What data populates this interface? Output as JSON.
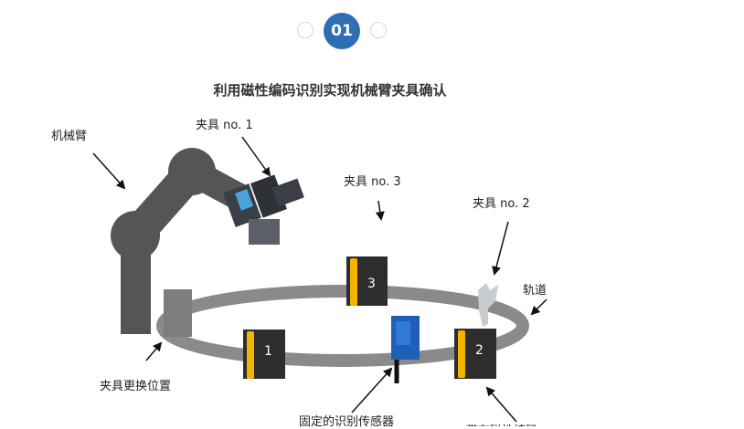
{
  "pager": {
    "current": "01"
  },
  "title": "利用磁性编码识别实现机械臂夹具确认",
  "labels": {
    "robot_arm": "机械臂",
    "gripper1": "夹具 no. 1",
    "gripper3": "夹具 no. 3",
    "gripper2": "夹具 no. 2",
    "track": "轨道",
    "change_position": "夹具更换位置",
    "sensor": "固定的识别传感器",
    "tag": "带有磁性编码"
  },
  "stations": {
    "s1": "1",
    "s2": "2",
    "s3": "3"
  },
  "colors": {
    "accent": "#2f6db5",
    "arm": "#555555",
    "track": "#8a8a8a",
    "tag": "#f5b400",
    "station": "#2d2d2d"
  }
}
